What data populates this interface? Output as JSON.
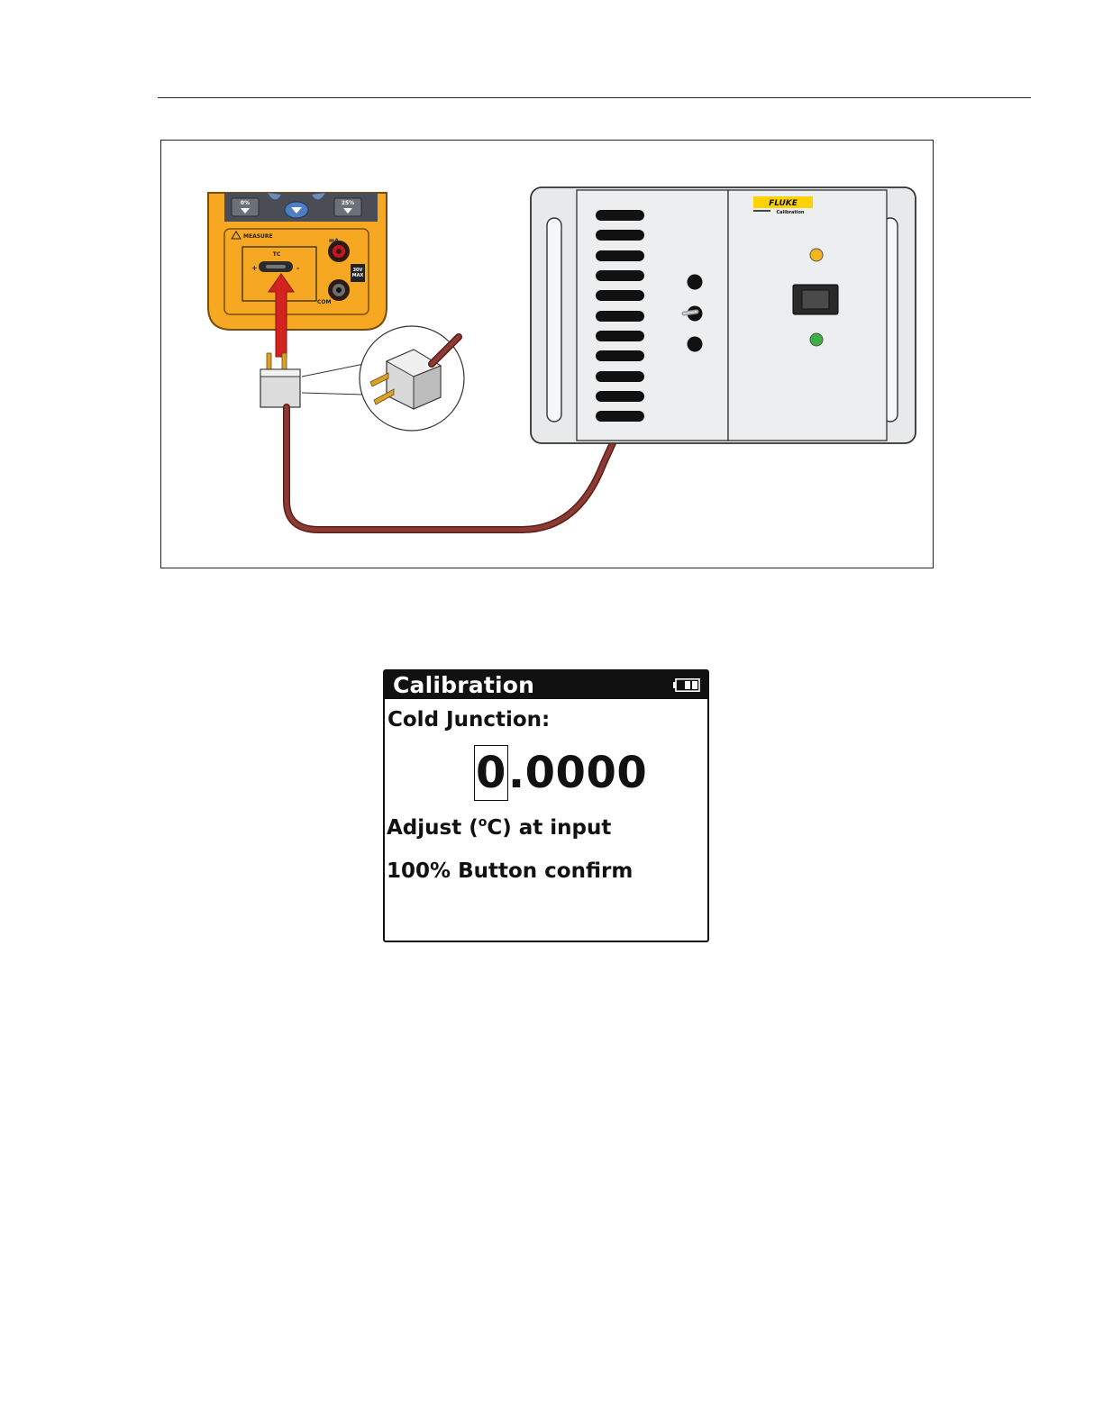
{
  "figure": {
    "meter": {
      "btn_left_label": "0%",
      "btn_right_label": "25%",
      "section_label": "MEASURE",
      "tc_label": "TC",
      "tc_plus": "+",
      "tc_minus": "-",
      "ma_label": "mA",
      "com_label": "COM",
      "max_voltage_label_1": "30V",
      "max_voltage_label_2": "MAX"
    },
    "calibrator": {
      "brand": "FLUKE",
      "brand_sub": "Calibration",
      "indicator_top_color": "#f2b51c",
      "indicator_bottom_color": "#3cb043"
    },
    "colors": {
      "meter_orange": "#f7a823",
      "wire": "#8e3a34",
      "arrow": "#d2231f",
      "panel": "#eceef0"
    }
  },
  "lcd": {
    "title": "Calibration",
    "label": "Cold Junction:",
    "value_cursor_digit": "0",
    "value_rest": ".0000",
    "line1_prefix": "Adjust (",
    "line1_degree": "o",
    "line1_suffix": "C) at input",
    "line2": "100% Button confirm"
  }
}
